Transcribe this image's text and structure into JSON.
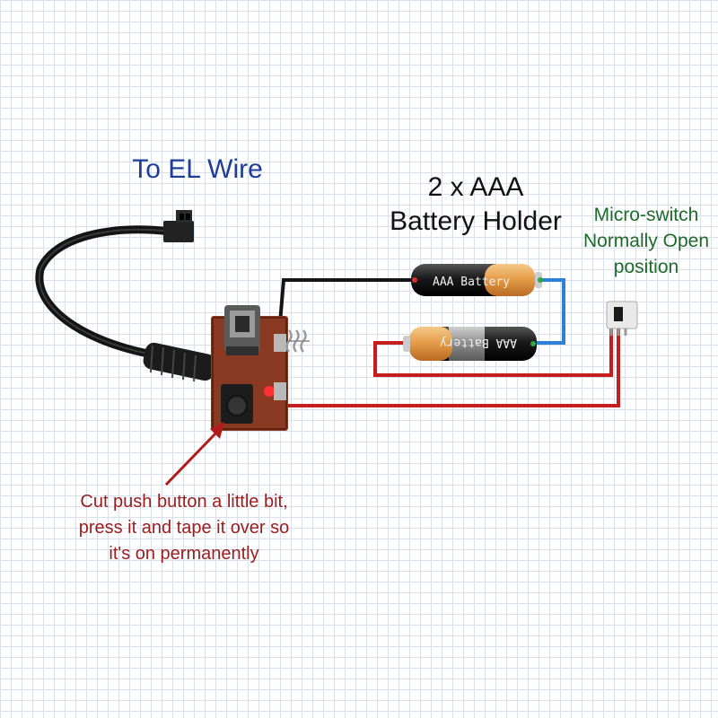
{
  "labels": {
    "el_wire": "To EL Wire",
    "battery_holder": [
      "2 x AAA",
      "Battery Holder"
    ],
    "micro_switch": [
      "Micro-switch",
      "Normally Open",
      "position"
    ],
    "push_button_note": [
      "Cut push button a little bit,",
      "press it and tape it over so",
      "it's on permanently"
    ]
  },
  "battery_text": "AAA Battery",
  "colors": {
    "red_wire": "#c41e1e",
    "black_wire": "#151515",
    "blue_wire": "#2e7fd6",
    "board": "#8a3a22",
    "el_wire_label": "#1f3d97",
    "switch_label": "#1f6a2a",
    "note_label": "#9a1c1c",
    "battery_gold": "#e8a04a"
  }
}
